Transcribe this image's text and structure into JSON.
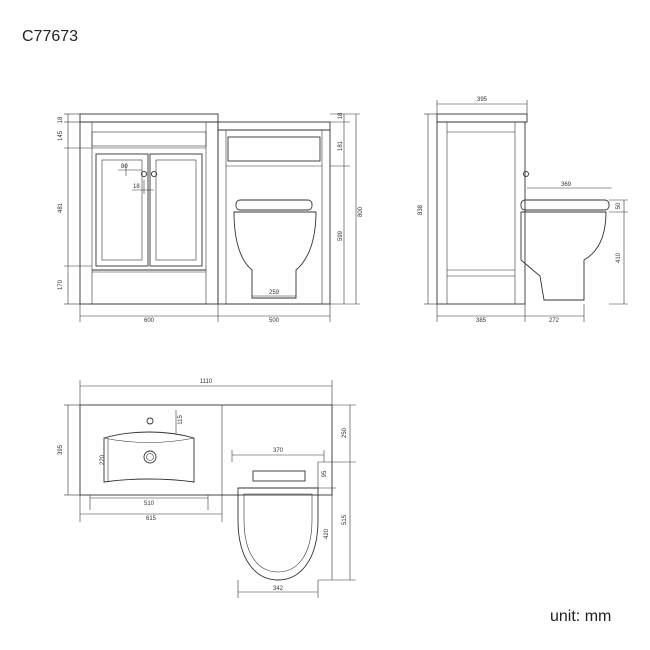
{
  "product_code": "C77673",
  "unit_label": "unit: mm",
  "front_view": {
    "top_thickness": "18",
    "rail_height": "145",
    "door_height": "481",
    "plinth_height": "170",
    "handle_offset": "80",
    "handle_gap": "18",
    "vanity_width": "600",
    "wc_width": "500",
    "wc_top_thickness": "18",
    "wc_panel_height": "181",
    "wc_lower_height": "599",
    "overall_height": "800",
    "pan_outlet": "259"
  },
  "side_view": {
    "depth_top": "395",
    "overall_height": "838",
    "pan_projection": "369",
    "seat_height_offset": "50",
    "pan_height": "410",
    "cabinet_depth": "385",
    "pan_depth": "272"
  },
  "plan_view": {
    "overall_width": "1110",
    "depth": "395",
    "tap_hole_offset": "115",
    "basin_depth": "220",
    "basin_width": "510",
    "counter_width": "615",
    "wc_unit_depth": "250",
    "cistern_width": "370",
    "cistern_depth": "95",
    "seat_length": "420",
    "pan_length": "515",
    "seat_width": "342"
  }
}
